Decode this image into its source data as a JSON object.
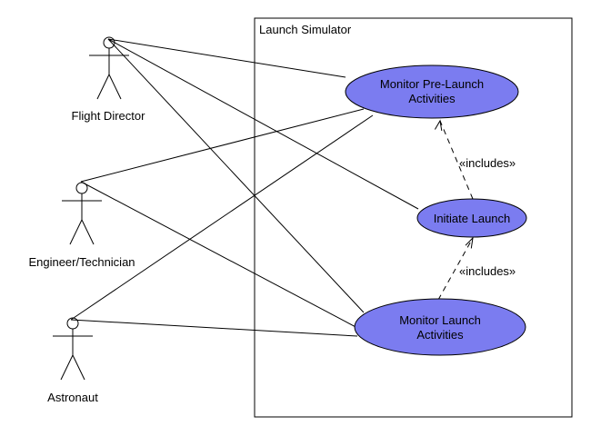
{
  "diagram": {
    "system": {
      "title": "Launch Simulator"
    },
    "actors": [
      {
        "id": "flight-director",
        "label": "Flight Director"
      },
      {
        "id": "engineer-technician",
        "label": "Engineer/Technician"
      },
      {
        "id": "astronaut",
        "label": "Astronaut"
      }
    ],
    "use_cases": [
      {
        "id": "monitor-pre-launch",
        "lines": [
          "Monitor Pre-Launch",
          "Activities"
        ]
      },
      {
        "id": "initiate-launch",
        "lines": [
          "Initiate Launch"
        ]
      },
      {
        "id": "monitor-launch",
        "lines": [
          "Monitor Launch",
          "Activities"
        ]
      }
    ],
    "associations": [
      {
        "actor": "flight-director",
        "use_case": "monitor-pre-launch"
      },
      {
        "actor": "flight-director",
        "use_case": "initiate-launch"
      },
      {
        "actor": "flight-director",
        "use_case": "monitor-launch"
      },
      {
        "actor": "engineer-technician",
        "use_case": "monitor-pre-launch"
      },
      {
        "actor": "engineer-technician",
        "use_case": "monitor-launch"
      },
      {
        "actor": "astronaut",
        "use_case": "monitor-pre-launch"
      },
      {
        "actor": "astronaut",
        "use_case": "monitor-launch"
      }
    ],
    "includes": [
      {
        "from": "initiate-launch",
        "to": "monitor-pre-launch",
        "label": "«includes»"
      },
      {
        "from": "monitor-launch",
        "to": "initiate-launch",
        "label": "«includes»"
      }
    ],
    "colors": {
      "use_case_fill": "#7b7cf0",
      "stroke": "#000000",
      "background": "#ffffff"
    }
  }
}
